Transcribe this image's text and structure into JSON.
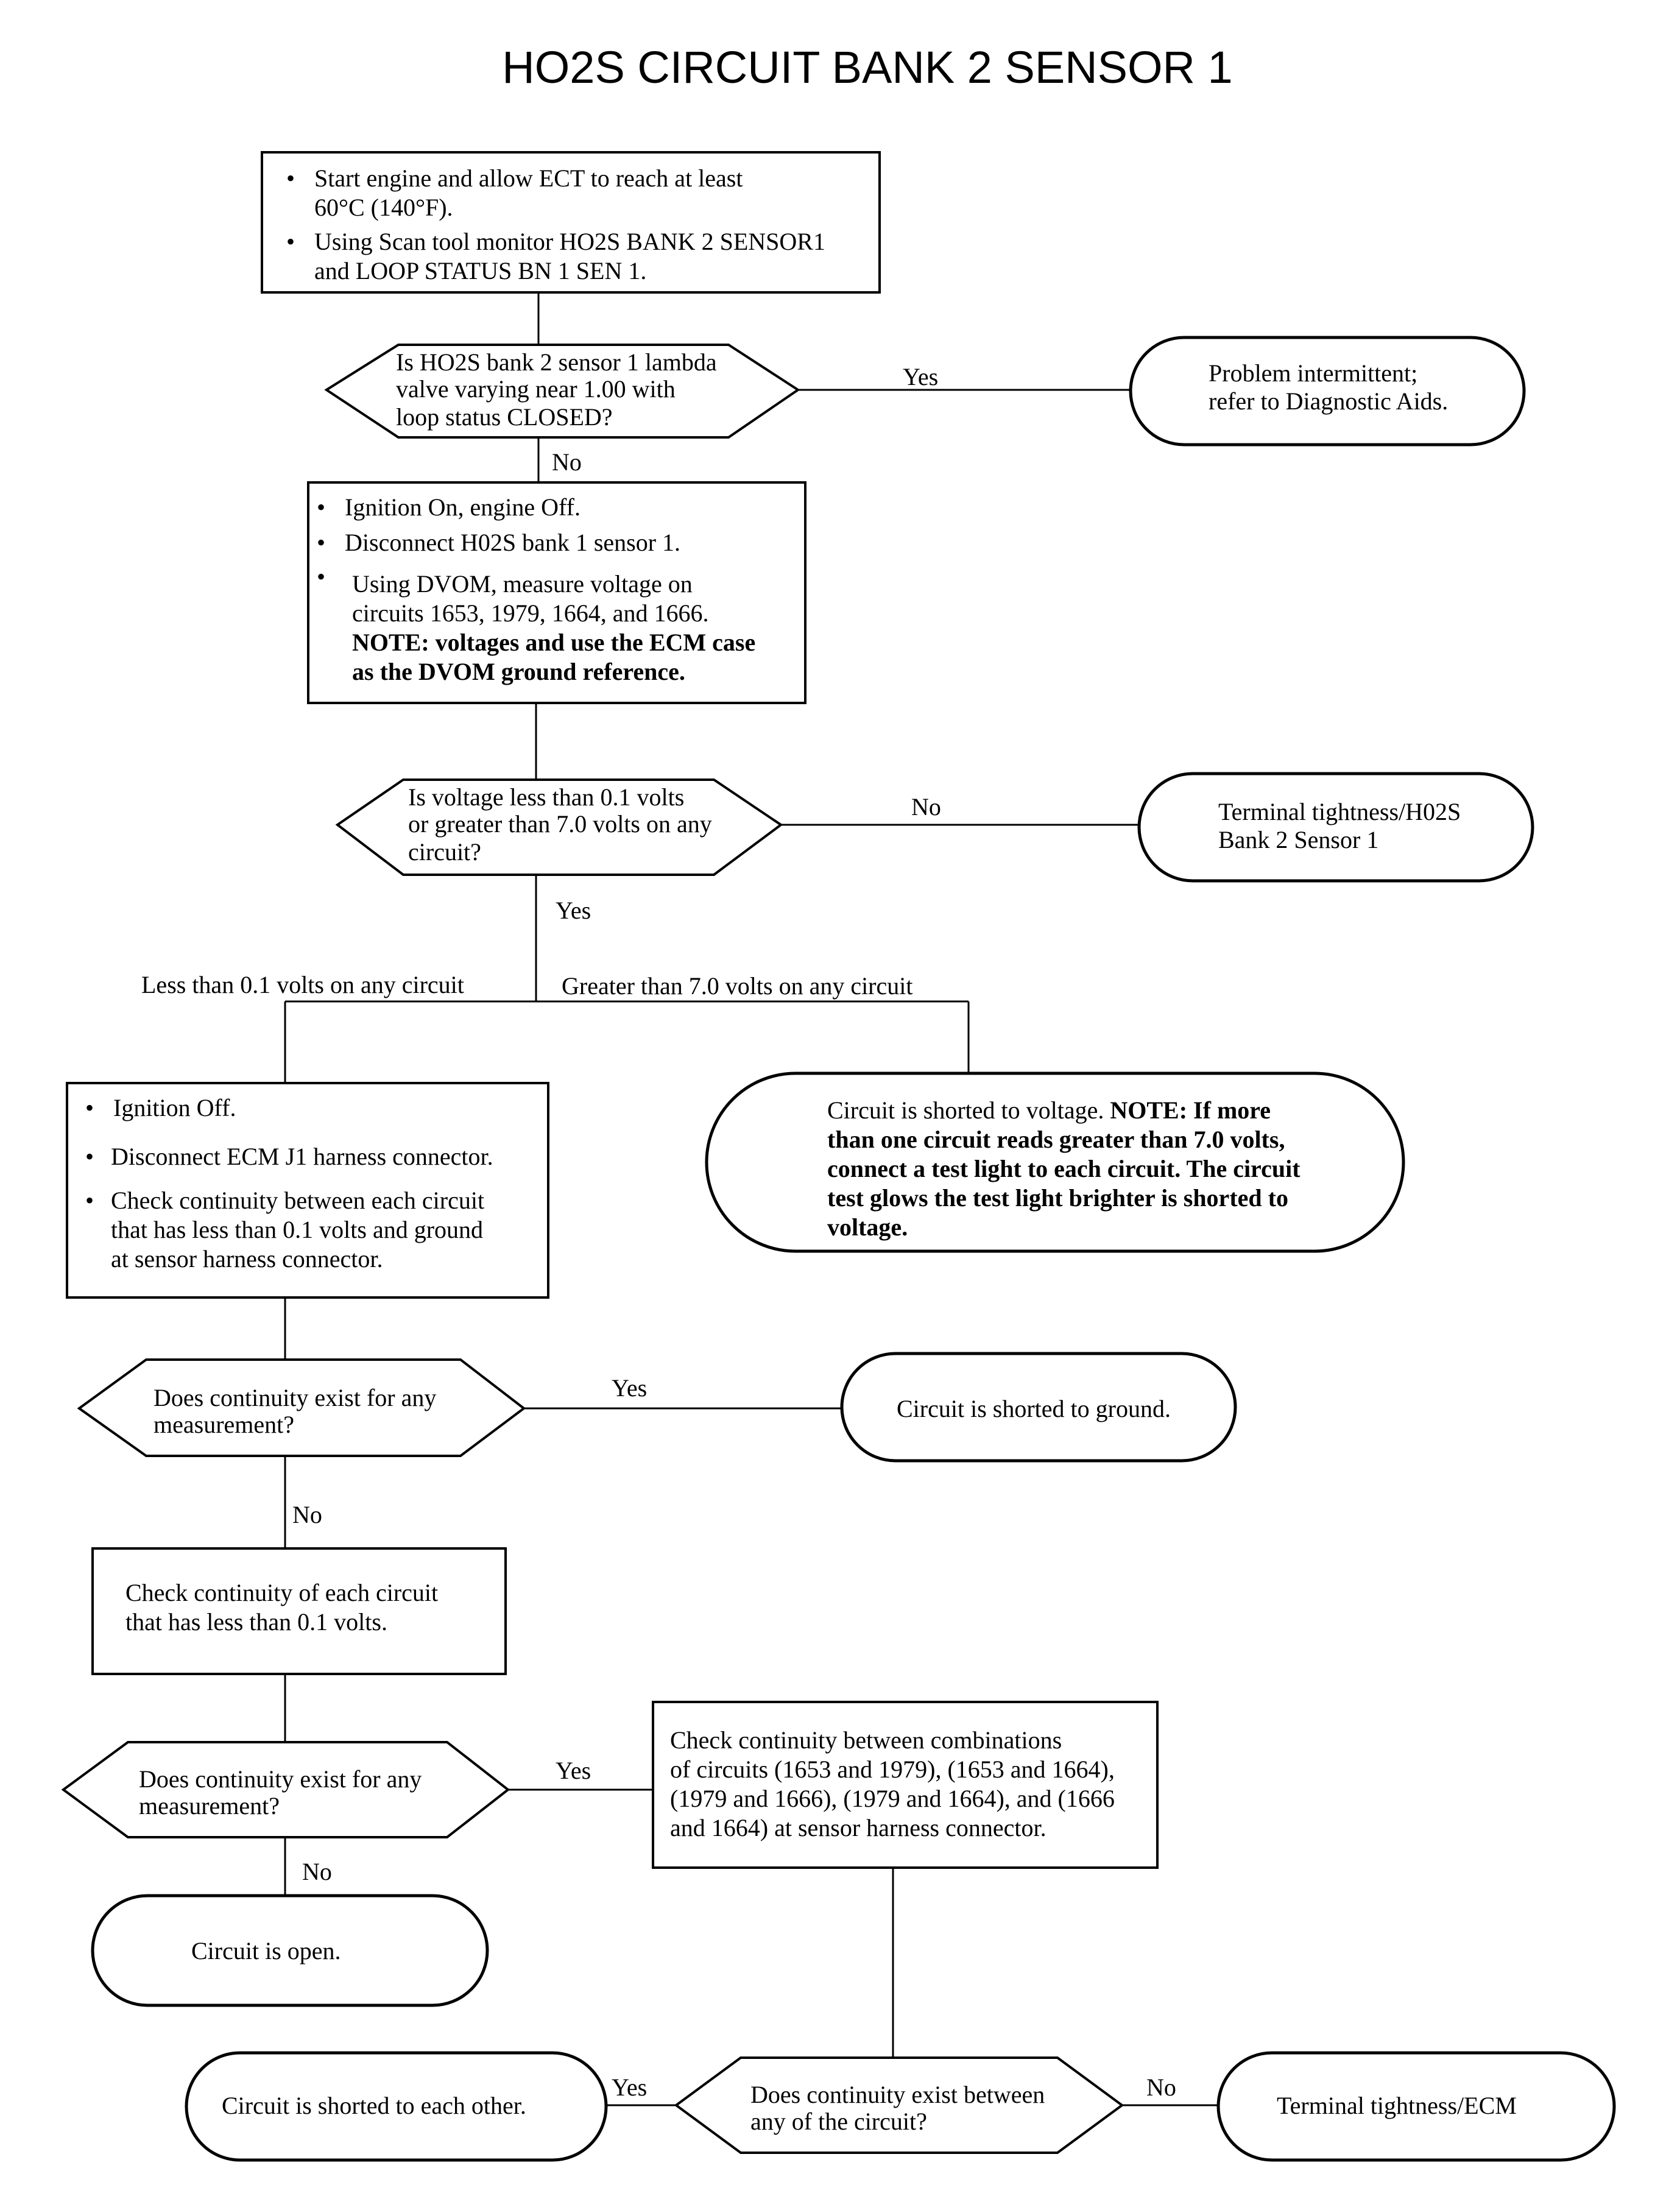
{
  "title": "HO2S CIRCUIT BANK 2 SENSOR 1",
  "bullet": "•",
  "start": {
    "l1": "Start engine and allow ECT to reach at least",
    "l2": "60°C (140°F).",
    "l3": "Using Scan tool monitor HO2S BANK 2 SENSOR1",
    "l4": "and  LOOP STATUS BN 1 SEN 1."
  },
  "q1": {
    "l1": "Is HO2S bank 2 sensor 1 lambda",
    "l2": "valve varying near 1.00 with",
    "l3": "loop status CLOSED?",
    "yes": "Yes",
    "no": "No"
  },
  "intermittent": {
    "l1": "Problem intermittent;",
    "l2": "refer to Diagnostic Aids."
  },
  "ignition": {
    "l1": "Ignition On, engine Off.",
    "l2": "Disconnect H02S bank 1 sensor 1.",
    "l3": "Using DVOM, measure voltage on",
    "l4": "circuits 1653, 1979, 1664, and 1666.",
    "l5": "NOTE: voltages and use the ECM case",
    "l6": "as the DVOM ground reference."
  },
  "q2": {
    "l1": "Is voltage less than 0.1 volts",
    "l2": "or greater than 7.0 volts on any",
    "l3": "circuit?",
    "no": "No",
    "yes": "Yes"
  },
  "terminal_h02s": {
    "l1": "Terminal tightness/H02S",
    "l2": "Bank 2 Sensor 1"
  },
  "branch": {
    "less": "Less than 0.1 volts on any circuit",
    "greater": "Greater than 7.0 volts on any circuit"
  },
  "ign_off": {
    "l1": "Ignition Off.",
    "l2": "Disconnect ECM J1 harness connector.",
    "l3": "Check continuity between each circuit",
    "l4": "that has less than 0.1 volts and ground",
    "l5": "at sensor harness connector."
  },
  "shorted_voltage": {
    "l1a": "Circuit is shorted to voltage. ",
    "l1b": "NOTE: If more",
    "l2": "than one circuit reads greater than 7.0 volts,",
    "l3": "connect a test light to each circuit.  The circuit",
    "l4": "test glows the test light brighter is shorted to",
    "l5": "voltage."
  },
  "q3": {
    "l1": "Does continuity exist for any",
    "l2": "measurement?",
    "yes": "Yes",
    "no": "No"
  },
  "shorted_ground": {
    "l1": "Circuit is shorted to ground."
  },
  "check_each": {
    "l1": "Check continuity of each circuit",
    "l2": "that has less than 0.1 volts."
  },
  "q4": {
    "l1": "Does continuity exist for any",
    "l2": "measurement?",
    "yes": "Yes",
    "no": "No"
  },
  "combos": {
    "l1": "Check continuity between combinations",
    "l2": "of circuits (1653 and 1979), (1653 and 1664),",
    "l3": "(1979 and 1666), (1979 and 1664), and (1666",
    "l4": "and 1664) at sensor harness connector."
  },
  "open": {
    "l1": "Circuit is open."
  },
  "q5": {
    "l1": "Does continuity exist between",
    "l2": "any of the circuit?",
    "yes": "Yes",
    "no": "No"
  },
  "shorted_each": {
    "l1": "Circuit is shorted to each other."
  },
  "terminal_ecm": {
    "l1": "Terminal tightness/ECM"
  }
}
